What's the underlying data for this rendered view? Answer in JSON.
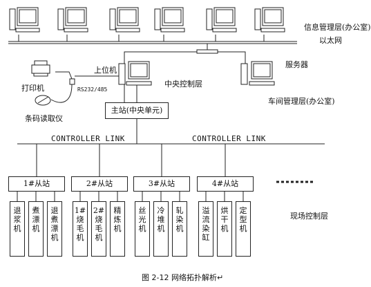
{
  "labels": {
    "info_layer": "信息管理层(办公室)",
    "ethernet": "以太网",
    "server": "服务器",
    "upper_pc": "上位机",
    "central_layer": "中央控制层",
    "printer": "打印机",
    "rs_port": "RS232/485",
    "barcode": "条码读取仪",
    "workshop_layer": "车间管理层(办公室)",
    "master_station": "主站(中央单元)",
    "controller_link_left": "CONTROLLER LINK",
    "controller_link_right": "CONTROLLER LINK",
    "field_layer": "现场控制层",
    "caption": "图 2-12  网络拓扑解析↵"
  },
  "slaves": [
    {
      "title": "1#从站",
      "machines": [
        "退浆机",
        "煮漂机",
        "退煮漂机"
      ]
    },
    {
      "title": "2#从站",
      "machines": [
        "1#烧毛机",
        "2#烧毛机",
        "精炼机"
      ]
    },
    {
      "title": "3#从站",
      "machines": [
        "丝光机",
        "冷堆机",
        "轧染机"
      ]
    },
    {
      "title": "4#从站",
      "machines": [
        "溢流染缸",
        "烘干机",
        "定型机"
      ]
    }
  ]
}
